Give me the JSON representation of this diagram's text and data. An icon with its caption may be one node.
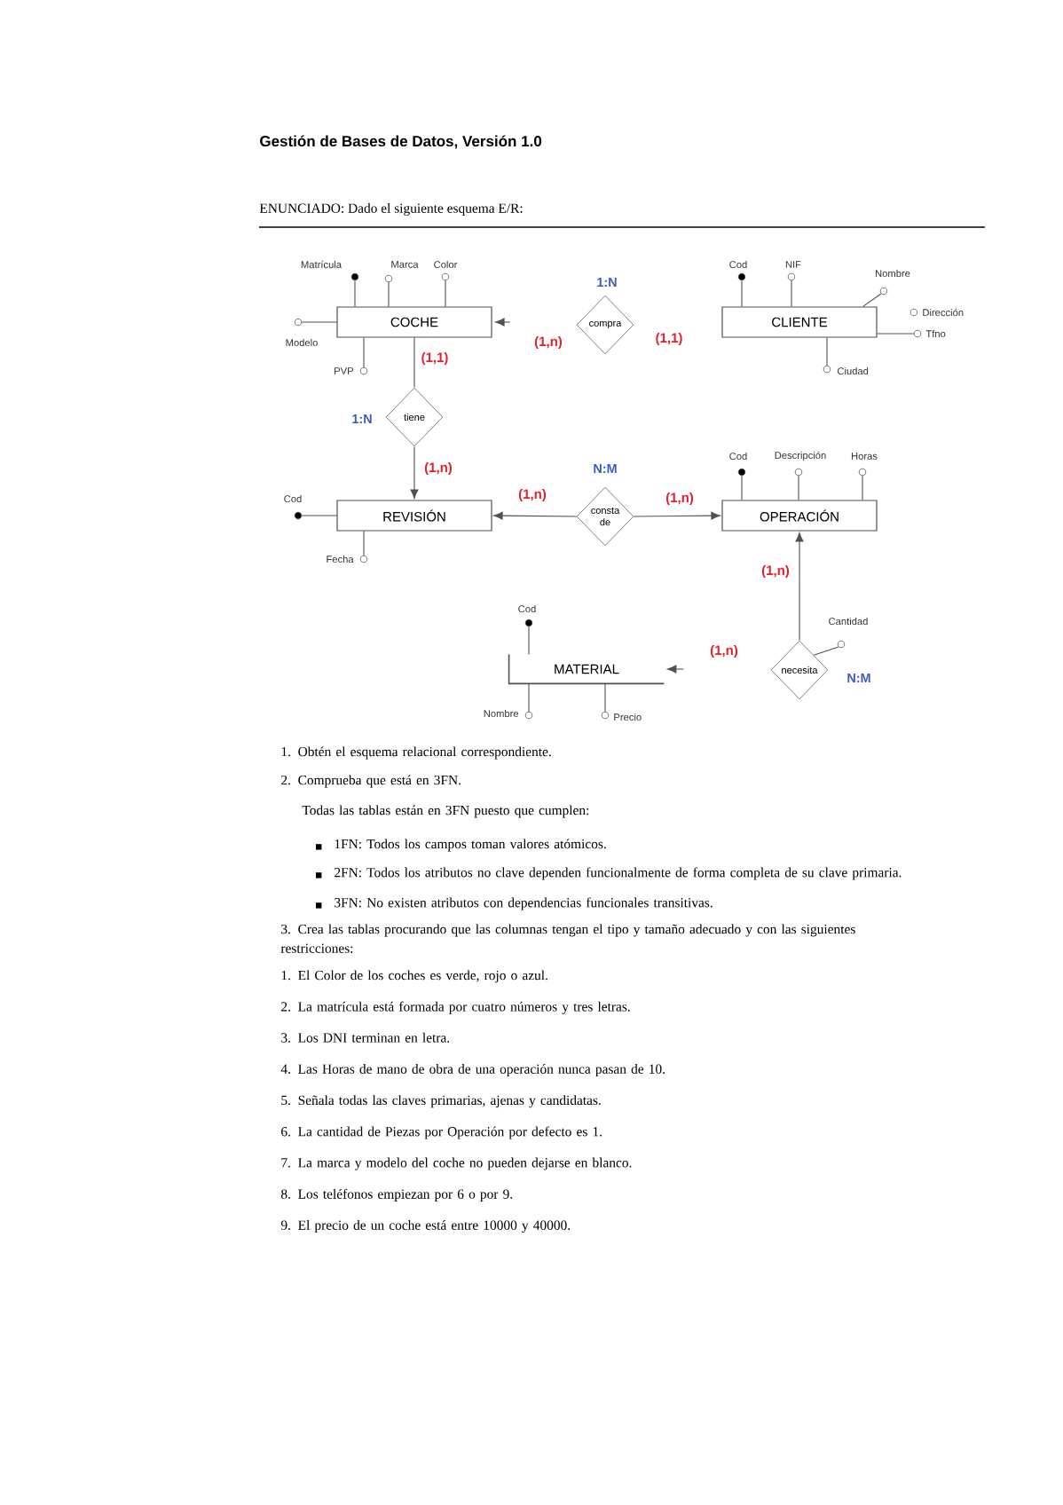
{
  "diagram": {
    "title": "Gestión de Bases de Datos, Versión 1.0",
    "nodes": [
      {
        "text": [
          "COCHE"
        ]
      },
      {
        "text": [
          "compra"
        ],
        "beside": [
          "1:N"
        ]
      },
      {
        "text": [
          "CLIENTE"
        ]
      },
      {
        "text": [
          "tiene"
        ],
        "beside": [
          "1:N"
        ]
      },
      {
        "text": [
          "REVISIÓN"
        ]
      },
      {
        "text": [
          "consta de"
        ],
        "beside": [
          "N:M"
        ]
      },
      {
        "text": [
          "OPERACIÓN"
        ]
      },
      {
        "text": [
          "necesita"
        ],
        "beside": [
          "N:M"
        ]
      },
      {
        "text": [
          "MATERIAL"
        ]
      },
      {
        "text": [],
        "shape": "dot",
        "beside": [
          "Matrícula"
        ]
      },
      {
        "text": [],
        "shape": "circle",
        "beside": [
          "Marca"
        ]
      },
      {
        "text": [],
        "shape": "circle",
        "beside": [
          "Color"
        ]
      },
      {
        "text": [],
        "shape": "circle",
        "beside": [
          "Modelo"
        ]
      },
      {
        "text": [],
        "shape": "circle",
        "beside": [
          "PVP"
        ]
      },
      {
        "text": [],
        "shape": "dot",
        "beside": [
          "Cod"
        ]
      },
      {
        "text": [],
        "shape": "circle",
        "beside": [
          "NIF"
        ]
      },
      {
        "text": [],
        "shape": "circle",
        "beside": [
          "Nombre"
        ]
      },
      {
        "text": [],
        "shape": "circle",
        "beside": [
          "Dirección"
        ]
      },
      {
        "text": [],
        "shape": "circle",
        "beside": [
          "Tfno"
        ]
      },
      {
        "text": [],
        "shape": "circle",
        "beside": [
          "Ciudad"
        ]
      },
      {
        "text": [],
        "shape": "dot",
        "beside": [
          "Cod"
        ]
      },
      {
        "text": [],
        "shape": "circle",
        "beside": [
          "Fecha"
        ]
      },
      {
        "text": [],
        "shape": "dot",
        "beside": [
          "Cod"
        ]
      },
      {
        "text": [],
        "shape": "circle",
        "beside": [
          "Descripción"
        ]
      },
      {
        "text": [],
        "shape": "circle",
        "beside": [
          "Horas"
        ]
      },
      {
        "text": [],
        "shape": "circle",
        "beside": [
          "Cantidad"
        ]
      },
      {
        "text": [],
        "shape": "dot",
        "beside": [
          "Cod"
        ]
      },
      {
        "text": [],
        "shape": "circle",
        "beside": [
          "Nombre"
        ]
      },
      {
        "text": [],
        "shape": "circle",
        "beside": [
          "Precio"
        ]
      }
    ],
    "edges": [
      {
        "from": null,
        "to": 0,
        "arrow": "to"
      },
      {
        "from": 0,
        "to": 3,
        "arrow": "none",
        "label": "(1,1)"
      },
      {
        "from": 3,
        "to": 4,
        "arrow": "to",
        "label": "(1,n)"
      },
      {
        "from": 5,
        "to": 4,
        "arrow": "to",
        "label": "(1,n)"
      },
      {
        "from": 5,
        "to": 6,
        "arrow": "to",
        "label": "(1,n)"
      },
      {
        "from": 7,
        "to": 6,
        "arrow": "to",
        "label": "(1,n)"
      },
      {
        "from": null,
        "to": 8,
        "arrow": "to"
      },
      {
        "from": 0,
        "to": 9,
        "arrow": "none"
      },
      {
        "from": 0,
        "to": 10,
        "arrow": "none"
      },
      {
        "from": 0,
        "to": 11,
        "arrow": "none"
      },
      {
        "from": 0,
        "to": 12,
        "arrow": "none"
      },
      {
        "from": 0,
        "to": 13,
        "arrow": "none"
      },
      {
        "from": 2,
        "to": 14,
        "arrow": "none"
      },
      {
        "from": 2,
        "to": 15,
        "arrow": "none"
      },
      {
        "from": 2,
        "to": 16,
        "arrow": "none"
      },
      {
        "from": 2,
        "to": 18,
        "arrow": "none"
      },
      {
        "from": 2,
        "to": 19,
        "arrow": "none"
      },
      {
        "from": 4,
        "to": 20,
        "arrow": "none"
      },
      {
        "from": 4,
        "to": 21,
        "arrow": "none"
      },
      {
        "from": 6,
        "to": 22,
        "arrow": "none"
      },
      {
        "from": 6,
        "to": 23,
        "arrow": "none"
      },
      {
        "from": 6,
        "to": 24,
        "arrow": "none"
      },
      {
        "from": 7,
        "to": 25,
        "arrow": "none"
      },
      {
        "from": 8,
        "to": 26,
        "arrow": "none"
      },
      {
        "from": 8,
        "to": 27,
        "arrow": "none"
      },
      {
        "from": 8,
        "to": 28,
        "arrow": "none"
      }
    ],
    "labels": [
      "ENUNCIADO: Dado el siguiente esquema E/R:",
      "(1,n)",
      "(1,1)",
      "(1,n)",
      "1. Obtén el esquema relacional correspondiente.",
      "2. Comprueba que está en 3FN.",
      "Todas las tablas están en 3FN puesto que cumplen:",
      "1FN: Todos los campos toman valores atómicos.",
      "2FN: Todos los atributos no clave dependen funcionalmente de forma completa de su clave primaria.",
      "3FN: No existen atributos con dependencias funcionales transitivas.",
      "3. Crea las tablas procurando que las columnas tengan el tipo y tamaño adecuado y con las siguientes restricciones:",
      "1. El Color de los coches es verde, rojo o azul.",
      "2. La matrícula está formada por cuatro números y tres letras.",
      "3. Los DNI terminan en letra.",
      "4. Las Horas de mano de obra de una operación nunca pasan de 10.",
      "5. Señala todas las claves primarias, ajenas y candidatas.",
      "6. La cantidad de Piezas por Operación por defecto es 1.",
      "7. La marca y modelo del coche no pueden dejarse en blanco.",
      "8. Los teléfonos empiezan por 6 o por 9.",
      "9. El precio de un coche está entre 10000 y 40000."
    ]
  }
}
